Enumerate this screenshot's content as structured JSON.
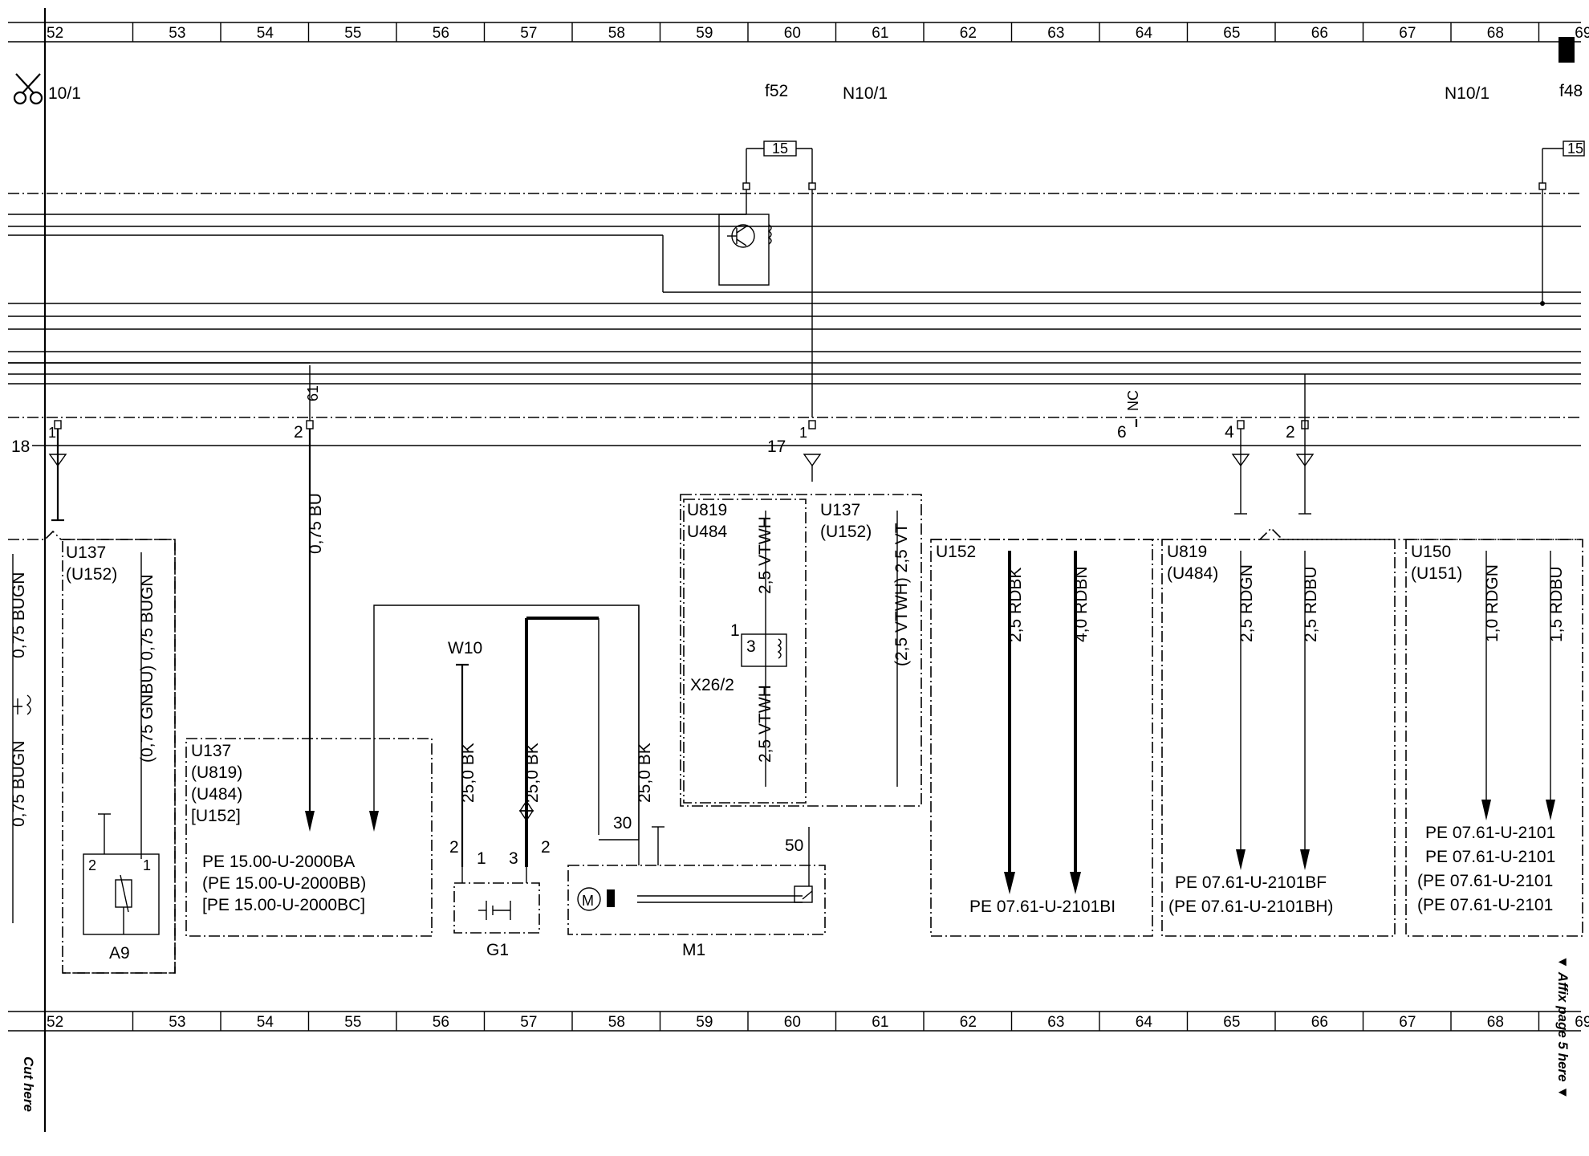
{
  "grid_columns": [
    "52",
    "53",
    "54",
    "55",
    "56",
    "57",
    "58",
    "59",
    "60",
    "61",
    "62",
    "63",
    "64",
    "65",
    "66",
    "67",
    "68",
    "69"
  ],
  "header": {
    "n10_left": "10/1",
    "f52": "f52",
    "n10_mid": "N10/1",
    "n10_right": "N10/1",
    "f48": "f48"
  },
  "fuse_value": "15",
  "connector": {
    "nc": "NC",
    "pin18": "18",
    "pin17": "17",
    "pin6": "6",
    "pin4": "4",
    "pin2": "2",
    "pin1": "1",
    "pin61": "61"
  },
  "wires": {
    "bu_075": "0,75 BU",
    "bugn_075": "0,75 BUGN",
    "gnbu_bugn": "(0,75 GNBU) 0,75 BUGN",
    "bk_25": "25,0 BK",
    "vtwh_25": "2,5 VTWH",
    "vtwh_vt": "(2,5 VTWH) 2,5 VT",
    "rdbk_25": "2,5 RDBK",
    "rdbn_40": "4,0 RDBN",
    "rdgn_25": "2,5 RDGN",
    "rdbu_25": "2,5 RDBU",
    "rdgn_10": "1,0 RDGN",
    "rdbu_15": "1,5 RDBU"
  },
  "codes": {
    "u137": "U137",
    "u152p": "(U152)",
    "u819p": "(U819)",
    "u484p": "(U484)",
    "u152b": "[U152]",
    "u819": "U819",
    "u484": "U484",
    "u152": "U152",
    "u150": "U150",
    "u151p": "(U151)"
  },
  "components": {
    "a9": "A9",
    "g1": "G1",
    "m1": "M1",
    "w10": "W10",
    "x26": "X26/2",
    "m_sym": "M"
  },
  "terminals": {
    "t30": "30",
    "t50": "50",
    "t1": "1",
    "t2": "2",
    "t3": "3"
  },
  "refs": {
    "pe15a": "PE 15.00-U-2000BA",
    "pe15b": "(PE 15.00-U-2000BB)",
    "pe15c": "[PE 15.00-U-2000BC]",
    "pe_bi": "PE 07.61-U-2101BI",
    "pe_bf": "PE 07.61-U-2101BF",
    "pe_bh": "(PE 07.61-U-2101BH)",
    "pe_r1": "PE 07.61-U-2101",
    "pe_r2": "PE 07.61-U-2101",
    "pe_r3": "(PE 07.61-U-2101",
    "pe_r4": "(PE 07.61-U-2101"
  },
  "side": {
    "cut_here": "Cut here",
    "affix": "▼ Affix page 5 here ▼"
  }
}
